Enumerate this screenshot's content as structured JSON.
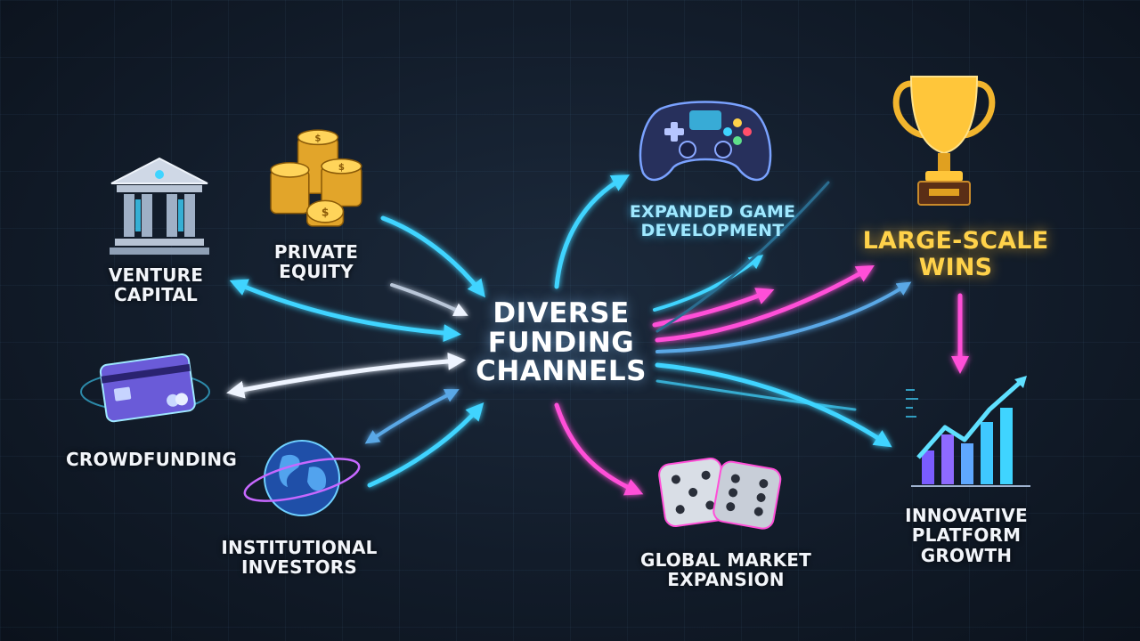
{
  "center": {
    "lines": [
      "DIVERSE",
      "FUNDING",
      "CHANNELS"
    ]
  },
  "sources": {
    "venture_capital": [
      "VENTURE",
      "CAPITAL"
    ],
    "private_equity": [
      "PRIVATE",
      "EQUITY"
    ],
    "crowdfunding": [
      "CROWDFUNDING"
    ],
    "institutional_investors": [
      "INSTITUTIONAL",
      "INVESTORS"
    ]
  },
  "outcomes": {
    "expanded_game_development": [
      "EXPANDED GAME",
      "DEVELOPMENT"
    ],
    "large_scale_wins": [
      "LARGE-SCALE",
      "WINS"
    ],
    "global_market_expansion": [
      "GLOBAL MARKET",
      "EXPANSION"
    ],
    "innovative_platform_growth": [
      "INNOVATIVE",
      "PLATFORM",
      "GROWTH"
    ]
  },
  "icons": {
    "venture_capital": "bank-building-icon",
    "private_equity": "coin-stack-icon",
    "crowdfunding": "credit-card-icon",
    "institutional_investors": "globe-icon",
    "expanded_game_development": "game-controller-icon",
    "large_scale_wins": "trophy-icon",
    "global_market_expansion": "dice-icon",
    "innovative_platform_growth": "growth-chart-icon"
  },
  "colors": {
    "cyan": "#3fd4ff",
    "magenta": "#ff4fd8",
    "white": "#eef4ff",
    "gold": "#ffd24a",
    "background": "#121c2a"
  }
}
